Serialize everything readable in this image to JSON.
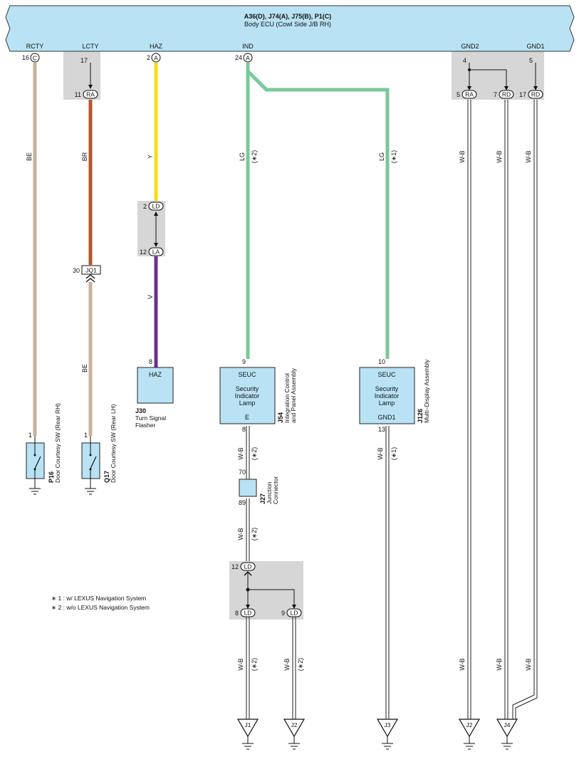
{
  "ecu": {
    "connectors": "A36(D), J74(A), J75(B), P1(C)",
    "name": "Body ECU (Cowl Side J/B RH)",
    "terminals": {
      "rcty": "RCTY",
      "lcty": "LCTY",
      "haz": "HAZ",
      "ind": "IND",
      "gnd2": "GND2",
      "gnd1": "GND1"
    }
  },
  "pins": {
    "rcty": "16",
    "rcty_conn": "C",
    "lcty": "17",
    "lcty_ra": "11",
    "ra": "RA",
    "haz": "2",
    "haz_conn": "A",
    "ind": "24",
    "ind_conn": "A",
    "gnd2": "4",
    "gnd1": "5",
    "ra5": "5",
    "rd7": "7",
    "rd17": "17",
    "rd": "RD",
    "ld2": "2",
    "ld": "LD",
    "la12": "12",
    "la": "LA",
    "jq1_pin": "30",
    "jq1": "JQ1",
    "haz8": "8",
    "seuc9": "9",
    "seuc10": "10",
    "e8": "8",
    "gnd13": "13",
    "jc70": "70",
    "jc89": "89",
    "ld12": "12",
    "ld8": "8",
    "ld9": "9",
    "p16_1": "1",
    "q17_1": "1"
  },
  "wires": {
    "be": "BE",
    "br": "BR",
    "y": "Y",
    "v": "V",
    "lg": "LG",
    "wb": "W-B",
    "note1": "(∗1)",
    "note2": "(∗2)"
  },
  "components": {
    "j30": {
      "id": "J30",
      "terminal": "HAZ",
      "name1": "Turn Signal",
      "name2": "Flasher"
    },
    "j54": {
      "id": "J54",
      "t1": "SEUC",
      "t2": "E",
      "lamp1": "Security",
      "lamp2": "Indicator",
      "lamp3": "Lamp",
      "name1": "Integration Control",
      "name2": "and Panel Assembly"
    },
    "j126": {
      "id": "J126",
      "t1": "SEUC",
      "t2": "GND1",
      "lamp1": "Security",
      "lamp2": "Indicator",
      "lamp3": "Lamp",
      "name1": "Multi–Display Assembly"
    },
    "j27": {
      "id": "J27",
      "name1": "Junction",
      "name2": "Connector"
    },
    "p16": {
      "id": "P16",
      "name": "Door Courtesy SW (Rear RH)"
    },
    "q17": {
      "id": "Q17",
      "name": "Door Courtesy SW (Rear LH)"
    }
  },
  "grounds": {
    "j1": "J1",
    "j2": "J2",
    "j3": "J3",
    "j4": "J4"
  },
  "notes": {
    "n1": "∗ 1 : w/ LEXUS Navigation System",
    "n2": "∗ 2 : w/o LEXUS Navigation System"
  },
  "colors": {
    "ecu_fill": "#b9e3f4",
    "box_fill": "#b9e3f4",
    "shade": "#d6d6d6",
    "be": "#c9b29b",
    "br": "#b5562e",
    "y": "#f5dd12",
    "v": "#6a3190",
    "lg": "#78c99a"
  }
}
